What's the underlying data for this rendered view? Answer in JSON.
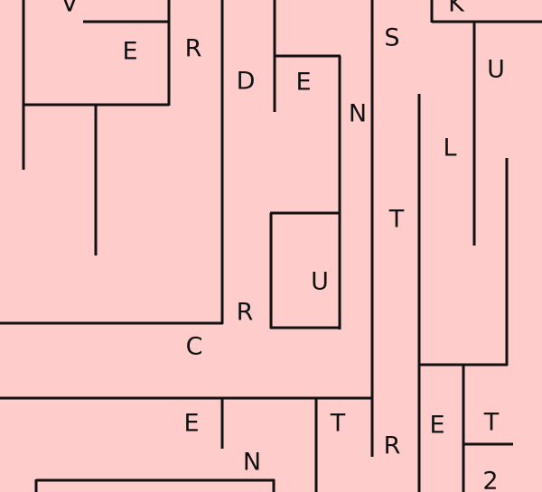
{
  "colors": {
    "background": "#ffcccc",
    "ink": "#111111"
  },
  "letters": [
    "V",
    "K",
    "E",
    "R",
    "D",
    "E",
    "S",
    "U",
    "N",
    "L",
    "T",
    "U",
    "R",
    "C",
    "E",
    "T",
    "E",
    "T",
    "R",
    "N",
    "2"
  ]
}
